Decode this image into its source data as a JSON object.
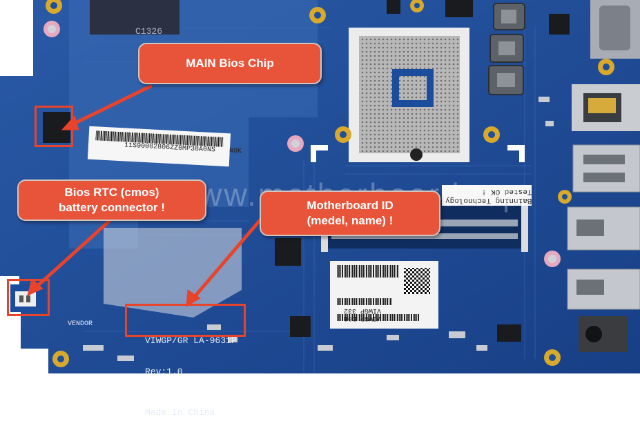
{
  "callouts": {
    "bios_chip": "MAIN Bios Chip",
    "rtc_line1": "Bios RTC (cmos)",
    "rtc_line2": "battery connector !",
    "board_id_line1": "Motherboard ID",
    "board_id_line2": "(medel, name) !"
  },
  "watermark": "www.motherboard.top",
  "board_text": {
    "model_line1": "VIWGP/GR LA-9631P",
    "model_line2": "Rev:1.0",
    "model_line3": "Made In China",
    "barcode_serial": "11S90002806ZZ0MP38A0NS",
    "barcode_suffix": "N0K",
    "chip_marking": "C1326",
    "tested_sticker_1": "Bainning Technology",
    "tested_sticker_2": "Tested OK !",
    "vendor_label": "VENDOR",
    "label_right_1": "VIWGP D06",
    "label_right_2": "VIWGP 332"
  },
  "colors": {
    "board": "#1d4f9a",
    "callout": "#e8543a",
    "highlight_box": "#e8432b"
  }
}
